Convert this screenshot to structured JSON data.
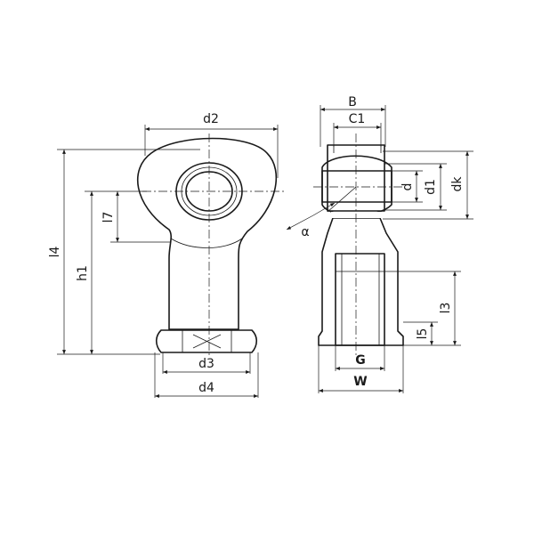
{
  "labels": {
    "d2": "d2",
    "l4": "l4",
    "h1": "h1",
    "l7": "l7",
    "d3": "d3",
    "d4": "d4",
    "B": "B",
    "C1": "C1",
    "d": "d",
    "d1": "d1",
    "dk": "dk",
    "alpha": "α",
    "l3": "l3",
    "l5": "l5",
    "G": "G",
    "W": "W"
  }
}
